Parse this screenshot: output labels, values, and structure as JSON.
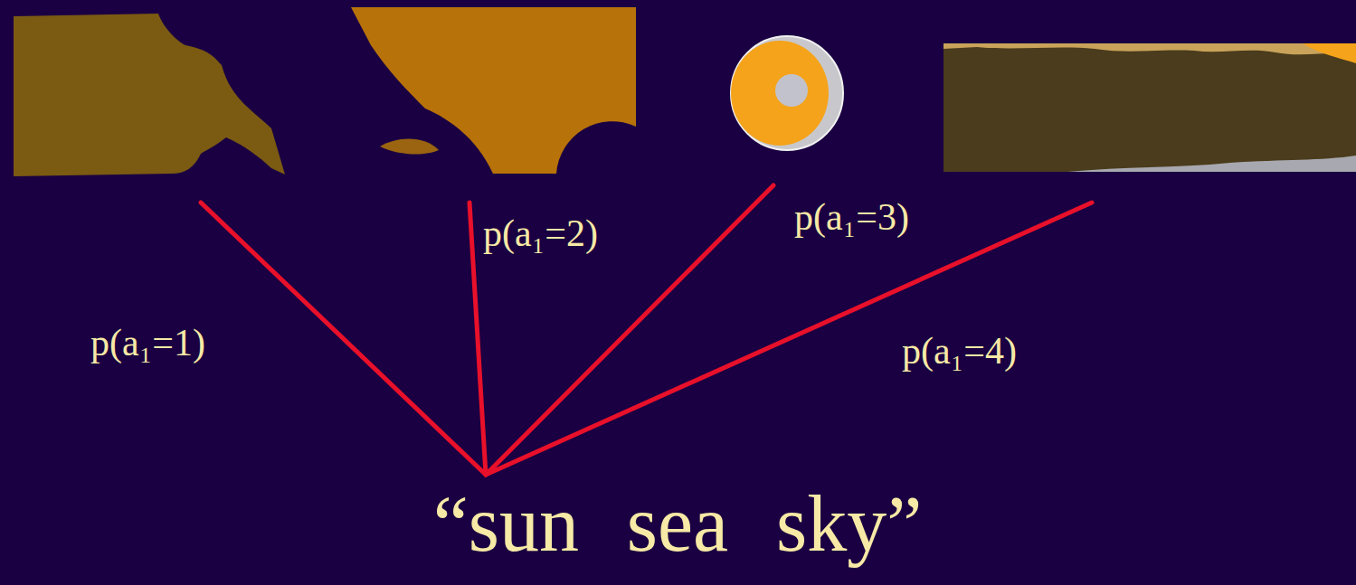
{
  "diagram": {
    "labels": [
      "p(a₁=1)",
      "p(a₁=2)",
      "p(a₁=3)",
      "p(a₁=4)",
      "“sun sea sky”"
    ]
  }
}
